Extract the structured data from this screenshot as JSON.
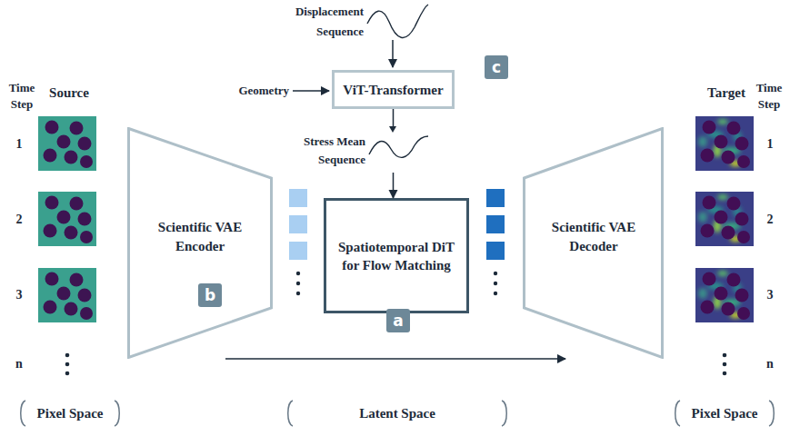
{
  "diagram": {
    "nodes": [
      {
        "text": [
          "ViT-Transformer"
        ]
      },
      {
        "text": [
          "c"
        ]
      },
      {
        "text": [
          "Scientific VAE Encoder"
        ]
      },
      {
        "text": [
          "b"
        ],
        "in": 2
      },
      {
        "text": [
          "Spatiotemporal DiT for Flow Matching"
        ]
      },
      {
        "text": [
          "a"
        ]
      },
      {
        "text": [
          "Scientific VAE Decoder"
        ]
      }
    ],
    "edges": [
      {
        "from": 0,
        "to": 4,
        "arrow": "to",
        "label": "Stress Mean Sequence"
      },
      {
        "from": 2,
        "to": 6,
        "arrow": "to"
      }
    ],
    "labels": [
      "Time Step",
      "Source",
      "1",
      "2",
      "3",
      "n",
      "Target",
      "Time Step",
      "1",
      "2",
      "3",
      "n",
      "Geometry",
      "Displacement Sequence",
      "Pixel Space",
      "Latent Space",
      "Pixel Space"
    ]
  }
}
